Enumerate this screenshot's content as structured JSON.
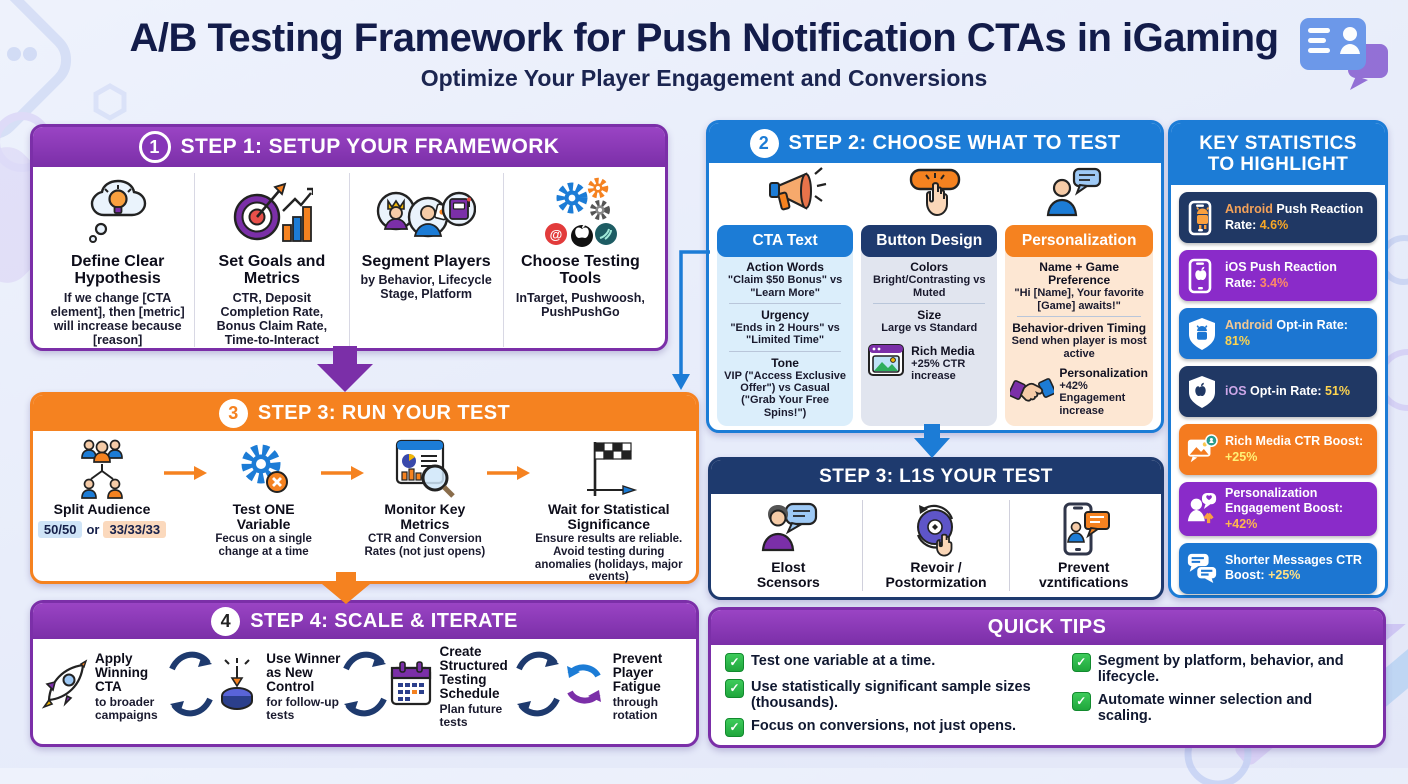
{
  "header": {
    "title": "A/B Testing Framework for Push Notification CTAs in iGaming",
    "subtitle": "Optimize Your Player Engagement and Conversions"
  },
  "colors": {
    "purple": "#7B2FA8",
    "orange": "#F58220",
    "blue": "#1C7CD6",
    "navy": "#1E3A6E",
    "green": "#2EBD4E",
    "background": "#E9EEFA"
  },
  "step1": {
    "number": "1",
    "title": "STEP 1: SETUP YOUR FRAMEWORK",
    "items": [
      {
        "icon": "thought-lightbulb-icon",
        "title": "Define Clear Hypothesis",
        "desc": "If we change [CTA element], then [metric] will increase because [reason]"
      },
      {
        "icon": "target-chart-icon",
        "title": "Set Goals and Metrics",
        "desc": "CTR, Deposit Completion Rate, Bonus Claim Rate, Time-to-Interact"
      },
      {
        "icon": "player-avatars-icon",
        "title": "Segment Players",
        "desc": "by Behavior, Lifecycle Stage, Platform"
      },
      {
        "icon": "gears-tools-icon",
        "title": "Choose Testing Tools",
        "desc": "InTarget, Pushwoosh, PushPushGo"
      }
    ]
  },
  "step2": {
    "number": "2",
    "title": "STEP 2: CHOOSE WHAT TO TEST",
    "icons": [
      "megaphone-icon",
      "button-press-icon",
      "person-chat-icon"
    ],
    "columns": [
      {
        "header": "CTA Text",
        "sections": [
          {
            "title": "Action Words",
            "desc": "\"Claim $50 Bonus\" vs \"Learn More\""
          },
          {
            "title": "Urgency",
            "desc": "\"Ends in 2 Hours\" vs \"Limited Time\""
          },
          {
            "title": "Tone",
            "desc": "VIP (\"Access Exclusive Offer\") vs Casual (\"Grab Your Free Spins!\")"
          }
        ]
      },
      {
        "header": "Button Design",
        "sections": [
          {
            "title": "Colors",
            "desc": "Bright/Contrasting vs Muted"
          },
          {
            "title": "Size",
            "desc": "Large vs Standard"
          },
          {
            "title": "Rich Media",
            "desc": "+25% CTR increase",
            "icon": "rich-media-icon"
          }
        ]
      },
      {
        "header": "Personalization",
        "sections": [
          {
            "title": "Name + Game Preference",
            "desc": "\"Hi [Name], Your favorite [Game] awaits!\""
          },
          {
            "title": "Behavior-driven Timing",
            "desc": "Send when player is most active"
          },
          {
            "title": "Personalization",
            "desc": "+42% Engagement increase",
            "icon": "handshake-icon"
          }
        ]
      }
    ]
  },
  "step3run": {
    "number": "3",
    "title": "STEP 3: RUN YOUR TEST",
    "items": [
      {
        "icon": "split-audience-icon",
        "title": "Split Audience",
        "badge1": "50/50",
        "badge_or": "or",
        "badge2": "33/33/33"
      },
      {
        "icon": "gear-x-icon",
        "title": "Test ONE Variable",
        "desc": "Fecus on a single change at a time"
      },
      {
        "icon": "dashboard-magnifier-icon",
        "title": "Monitor Key Metrics",
        "desc": "CTR and Conversion Rates (not just opens)"
      },
      {
        "icon": "checkered-flag-icon",
        "title": "Wait for Statistical Significance",
        "desc": "Ensure results are reliable. Avoid testing during anomalies (holidays, major events)"
      }
    ]
  },
  "step3mid": {
    "title": "STEP 3: L1S YOUR TEST",
    "items": [
      {
        "icon": "person-feedback-icon",
        "line1": "Elost",
        "line2": "Scensors"
      },
      {
        "icon": "rotation-press-icon",
        "line1": "Revoir /",
        "line2": "Postormization"
      },
      {
        "icon": "phone-message-icon",
        "line1": "Prevent",
        "line2": "vzntifications"
      }
    ]
  },
  "step4": {
    "number": "4",
    "title": "STEP 4: SCALE & ITERATE",
    "items": [
      {
        "icon": "rocket-icon",
        "title": "Apply Winning CTA",
        "desc": "to broader campaigns"
      },
      {
        "icon": "winner-button-icon",
        "title": "Use Winner as New Control",
        "desc": "for follow-up tests"
      },
      {
        "icon": "calendar-icon",
        "title": "Create Structured Testing Schedule",
        "desc": "Plan future tests"
      },
      {
        "icon": "rotation-icon",
        "title": "Prevent Player Fatigue",
        "desc": "through rotation"
      }
    ]
  },
  "stats": {
    "title_line1": "KEY STATISTICS",
    "title_line2": "TO HIGHLIGHT",
    "cards": [
      {
        "icon": "phone-android-icon",
        "hl": "Android",
        "rest": " Push",
        "label": "Reaction Rate: ",
        "value": "4.6%",
        "bg": "#203864"
      },
      {
        "icon": "phone-apple-icon",
        "hl": "iOS",
        "rest": " Push",
        "label": "Reaction Rate: ",
        "value": "3.4%",
        "bg": "#8A2BC9"
      },
      {
        "icon": "shield-android-icon",
        "hl": "Android",
        "rest": " Opt-in",
        "label": "Rate: ",
        "value": "81%",
        "bg": "#1C76D2"
      },
      {
        "icon": "shield-apple-icon",
        "hl": "iOS",
        "rest": " Opt-in",
        "label": "Rate: ",
        "value": "51%",
        "bg": "#203864"
      },
      {
        "icon": "rich-media-badge-icon",
        "hl": "Rich Media",
        "rest": "",
        "label": "CTR Boost: ",
        "value": "+25%",
        "bg": "#F47B20"
      },
      {
        "icon": "person-heart-icon",
        "hl": "Personalization",
        "rest": " Engagement",
        "label": "Boost: ",
        "value": "+42%",
        "bg": "#8A2BC9"
      },
      {
        "icon": "chat-double-icon",
        "hl": "Shorter Messages",
        "rest": "",
        "label": "CTR Boost: ",
        "value": "+25%",
        "bg": "#1C76D2"
      }
    ]
  },
  "tips": {
    "title": "QUICK TIPS",
    "check": "✓",
    "left": [
      "Test one variable at a time.",
      "Use statistically significant sample sizes (thousands).",
      "Focus on conversions, not just opens."
    ],
    "right": [
      "Segment by platform, behavior, and lifecycle.",
      "Automate winner selection and scaling."
    ]
  }
}
